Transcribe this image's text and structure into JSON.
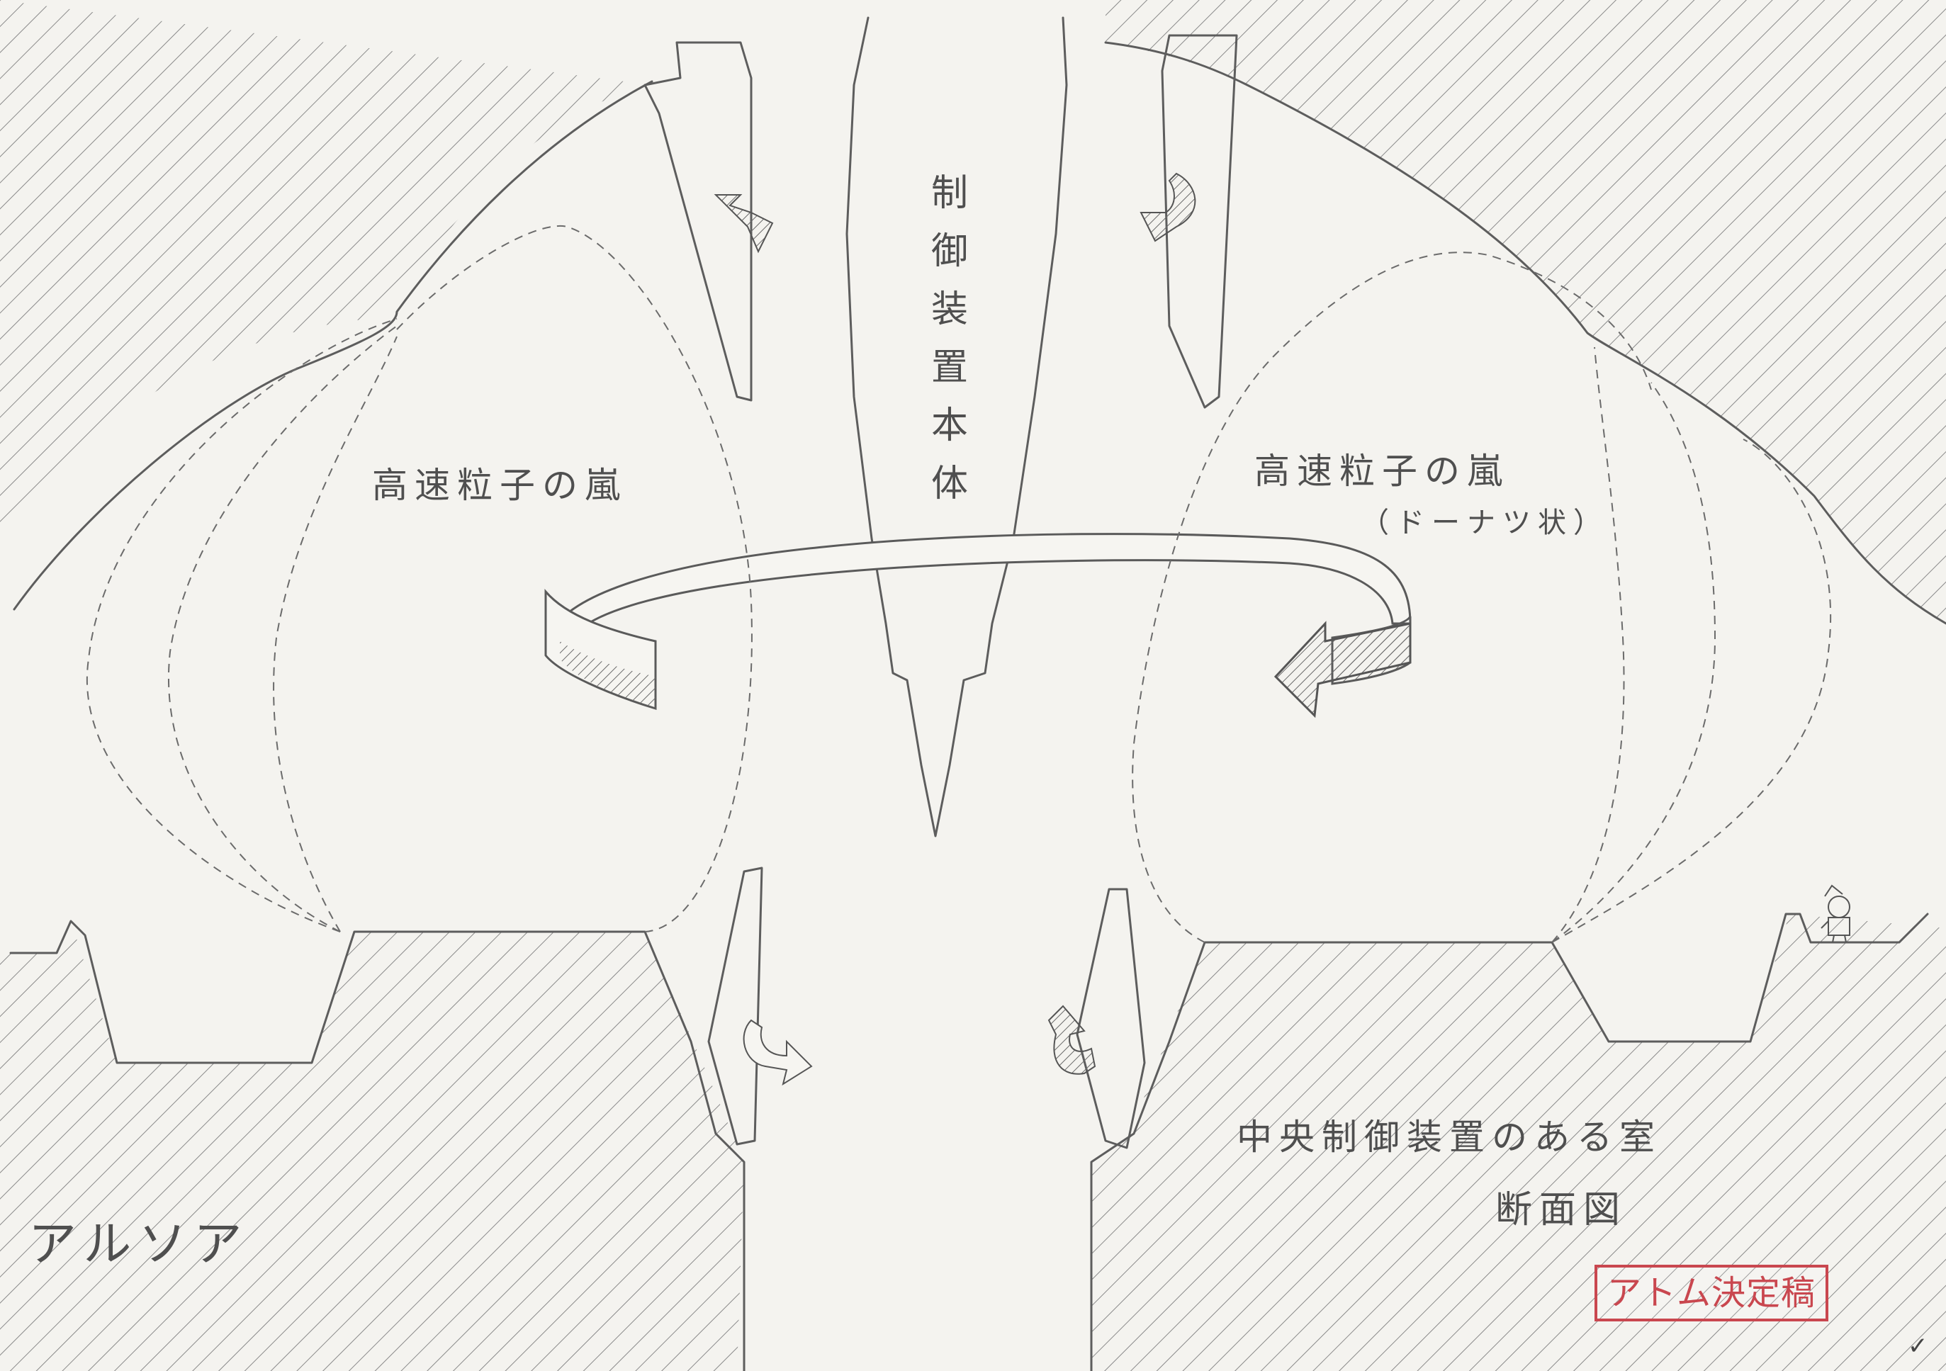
{
  "diagram": {
    "central_device_label": "制御装置本体",
    "storm_left_label": "高速粒子の嵐",
    "storm_right_label": "高速粒子の嵐",
    "storm_right_note": "（ドーナツ状）",
    "room_title": "中央制御装置のある室",
    "section_label": "断面図",
    "location_label": "アルソア",
    "stamp_text": "アトム決定稿",
    "check_mark": "✓"
  },
  "colors": {
    "paper": "#f4f3ef",
    "pencil": "#5d5d5d",
    "stamp_red": "#c9474f"
  }
}
